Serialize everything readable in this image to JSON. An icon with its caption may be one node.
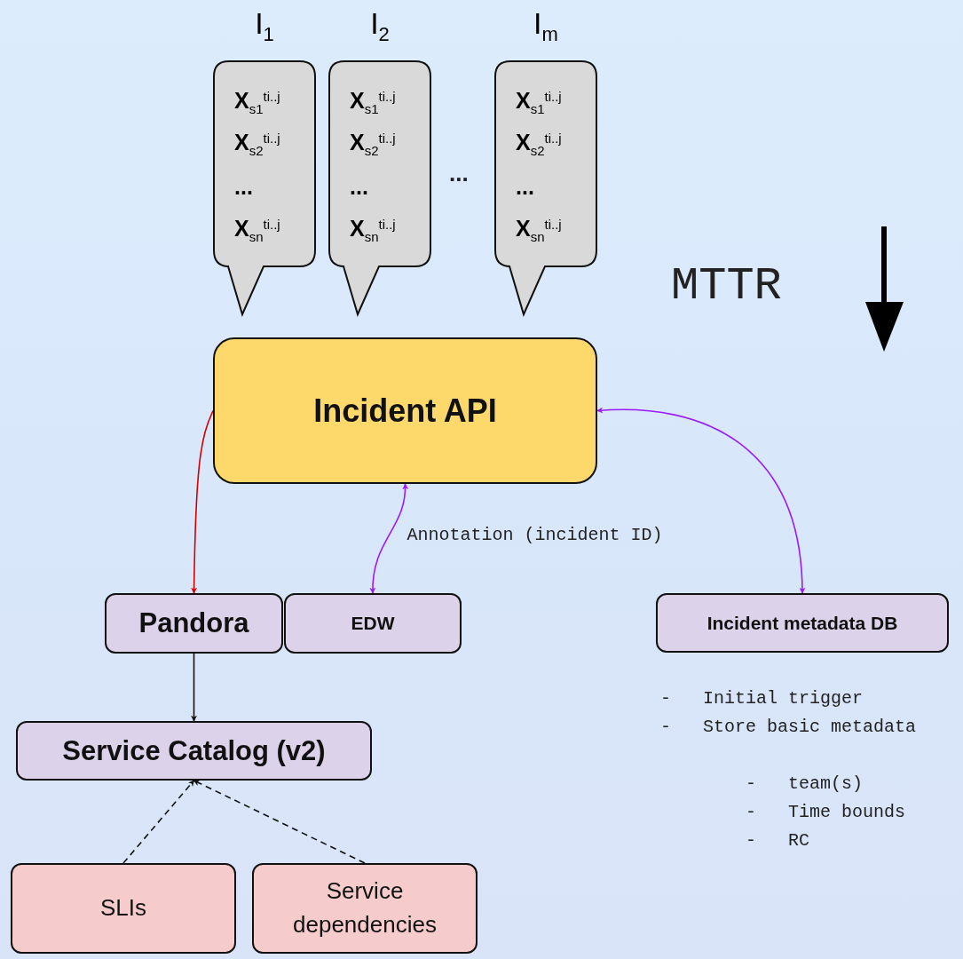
{
  "diagram": {
    "nodes": [
      {
        "text": [
          "I$_{1}$",
          "**X**$_{s1}$$^{ti..j}$",
          "**X**$_{s2}$$^{ti..j}$",
          "**...**",
          "**X**$_{sn}$$^{ti..j}$"
        ]
      },
      {
        "text": [
          "I$_{2}$",
          "**X**$_{s1}$$^{ti..j}$",
          "**X**$_{s2}$$^{ti..j}$",
          "**...**",
          "**X**$_{sn}$$^{ti..j}$"
        ]
      },
      {
        "text": [
          "I$_{m}$",
          "**X**$_{s1}$$^{ti..j}$",
          "**X**$_{s2}$$^{ti..j}$",
          "**...**",
          "**X**$_{sn}$$^{ti..j}$"
        ]
      },
      {
        "text": [
          "Incident API"
        ]
      },
      {
        "text": [
          "Pandora"
        ]
      },
      {
        "text": [
          "EDW"
        ]
      },
      {
        "text": [
          "Incident metadata DB"
        ]
      },
      {
        "text": [
          "Service Catalog (v2)"
        ]
      },
      {
        "text": [
          "SLIs"
        ]
      },
      {
        "text": [
          "Service dependencies"
        ]
      }
    ],
    "edges": [
      {
        "from": 3,
        "to": 4,
        "arrow": "to",
        "color": "#d40000"
      },
      {
        "from": 3,
        "to": 5,
        "arrow": "both",
        "label": "Annotation (incident ID)",
        "color": "#9a1aff"
      },
      {
        "from": 3,
        "to": 6,
        "arrow": "both",
        "color": "#9a1aff"
      },
      {
        "from": 4,
        "to": 7,
        "arrow": "to"
      },
      {
        "from": 8,
        "to": 7,
        "arrow": "to",
        "style": "dashed"
      },
      {
        "from": 9,
        "to": 7,
        "arrow": "to",
        "style": "dashed"
      }
    ],
    "labels": [
      "...",
      "MTTR",
      "-   Initial trigger",
      "-   Store basic metadata",
      "-   team(s)",
      "-   Time bounds",
      "-   RC"
    ]
  }
}
